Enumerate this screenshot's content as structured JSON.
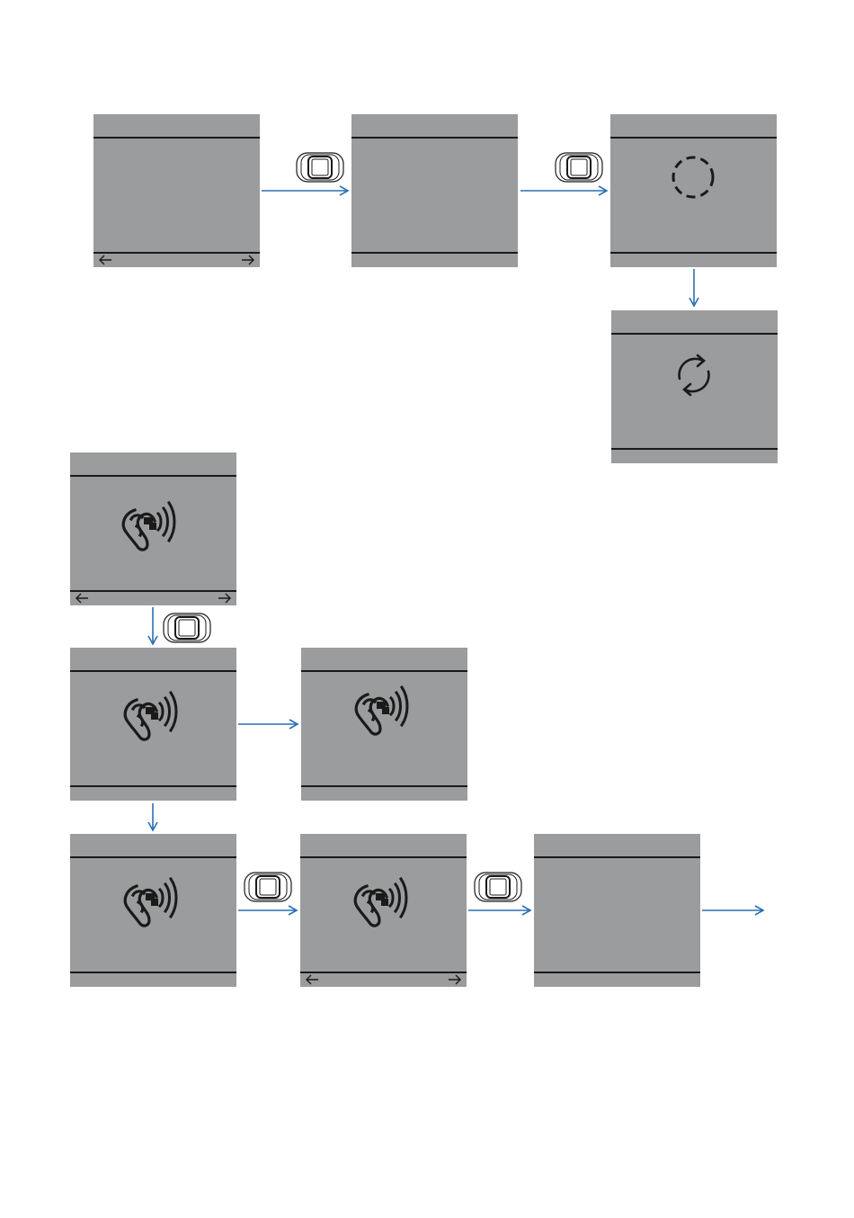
{
  "colors": {
    "screen_bg": "#9a9c9d",
    "screen_bar": "#1a1a1a",
    "arrow": "#2b6fb3",
    "glyph": "#1a1a1a"
  },
  "icons": {
    "button": "hardware-button-icon",
    "navigation": "left-right-arrow-icon",
    "loading": "dashed-circle-icon",
    "refresh": "refresh-cycle-icon",
    "hearing": "ear-sound-icon"
  },
  "screens": [
    {
      "id": "s1",
      "nav": true,
      "glyph": "none"
    },
    {
      "id": "s2",
      "nav": false,
      "glyph": "none"
    },
    {
      "id": "s3",
      "nav": false,
      "glyph": "dashed-circle"
    },
    {
      "id": "s4",
      "nav": false,
      "glyph": "refresh"
    },
    {
      "id": "s5",
      "nav": true,
      "glyph": "ear"
    },
    {
      "id": "s6",
      "nav": false,
      "glyph": "ear"
    },
    {
      "id": "s7",
      "nav": false,
      "glyph": "ear"
    },
    {
      "id": "s8",
      "nav": false,
      "glyph": "ear"
    },
    {
      "id": "s9",
      "nav": true,
      "glyph": "ear"
    },
    {
      "id": "s10",
      "nav": false,
      "glyph": "none"
    }
  ],
  "flows": [
    {
      "from": "s1",
      "to": "s2",
      "button": true
    },
    {
      "from": "s2",
      "to": "s3",
      "button": true
    },
    {
      "from": "s3",
      "to": "s4",
      "button": false
    },
    {
      "from": "s5",
      "to": "s6",
      "button": true
    },
    {
      "from": "s6",
      "to": "s7",
      "button": false
    },
    {
      "from": "s6",
      "to": "s8",
      "button": false
    },
    {
      "from": "s8",
      "to": "s9",
      "button": true
    },
    {
      "from": "s9",
      "to": "s10",
      "button": true
    },
    {
      "from": "s10",
      "to": "next",
      "button": false
    }
  ]
}
